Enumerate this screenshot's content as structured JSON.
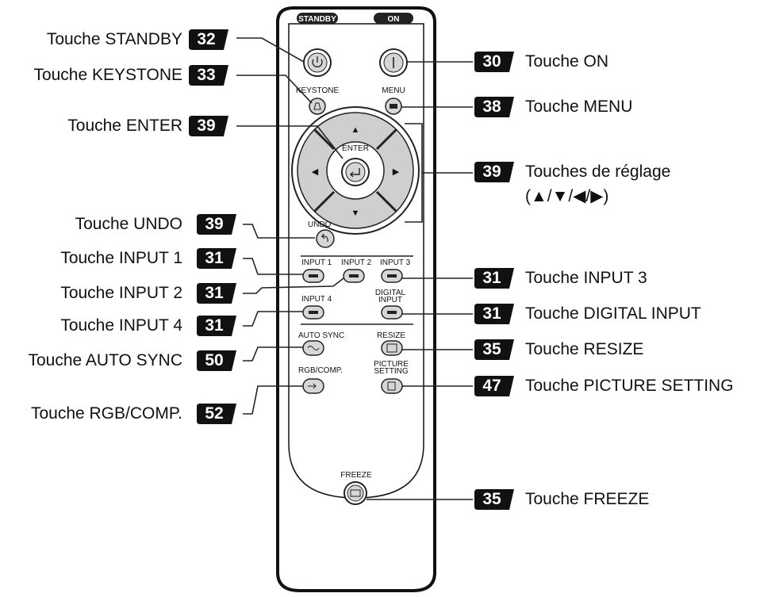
{
  "remote": {
    "standby_pill": "STANDBY",
    "on_pill": "ON",
    "keystone": "KEYSTONE",
    "menu": "MENU",
    "enter": "ENTER",
    "undo": "UNDO",
    "input1": "INPUT 1",
    "input2": "INPUT 2",
    "input3": "INPUT 3",
    "input4": "INPUT 4",
    "digital_line1": "DIGITAL",
    "digital_line2": "INPUT",
    "auto_sync": "AUTO SYNC",
    "resize": "RESIZE",
    "rgb_comp": "RGB/COMP.",
    "picture_line1": "PICTURE",
    "picture_line2": "SETTING",
    "freeze": "FREEZE"
  },
  "callouts_left": [
    {
      "label": "Touche STANDBY",
      "page": "32"
    },
    {
      "label": "Touche KEYSTONE",
      "page": "33"
    },
    {
      "label": "Touche ENTER",
      "page": "39"
    },
    {
      "label": "Touche UNDO",
      "page": "39"
    },
    {
      "label": "Touche INPUT 1",
      "page": "31"
    },
    {
      "label": "Touche INPUT 2",
      "page": "31"
    },
    {
      "label": "Touche INPUT 4",
      "page": "31"
    },
    {
      "label": "Touche AUTO SYNC",
      "page": "50"
    },
    {
      "label": "Touche RGB/COMP.",
      "page": "52"
    }
  ],
  "callouts_right": [
    {
      "label": "Touche ON",
      "page": "30"
    },
    {
      "label": "Touche MENU",
      "page": "38"
    },
    {
      "label": "Touches de réglage",
      "label2": "(▲/▼/◀/▶)",
      "page": "39"
    },
    {
      "label": "Touche INPUT 3",
      "page": "31"
    },
    {
      "label": "Touche DIGITAL INPUT",
      "page": "31"
    },
    {
      "label": "Touche RESIZE",
      "page": "35"
    },
    {
      "label": "Touche PICTURE SETTING",
      "page": "47"
    },
    {
      "label": "Touche FREEZE",
      "page": "35"
    }
  ]
}
